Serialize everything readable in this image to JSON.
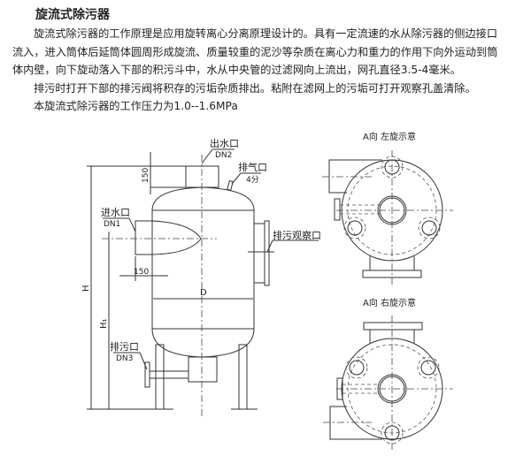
{
  "title": "旋流式除污器",
  "paragraphs": [
    "旋流式除污器的工作原理是应用旋转离心分离原理设计的。具有一定流速的水从除污器的侧边接口",
    "流入，进入筒体后延筒体圆周形成旋流、质量较重的泥沙等杂质在离心力和重力的作用下向外运动到筒",
    "体内壁，向下旋动落入下部的积污斗中，水从中央管的过滤网向上流出，网孔直径3.5-4毫米。",
    "排污时打开下部的排污阀将积存的污垢杂质排出。粘附在滤网上的污垢可打开观察孔盖清除。",
    "本旋流式除污器的工作压力为1.0--1.6MPa"
  ],
  "diagram": {
    "outlet": "出水口",
    "outlet_dn": "DN2",
    "vent": "排气口",
    "vent_size": "4分",
    "inlet": "进水口",
    "inlet_dn": "DN1",
    "inspection": "排污观察口",
    "drain": "排污口",
    "drain_dn": "DN3",
    "dim_top": "150",
    "dim_inlet": "150",
    "dim_d": "D",
    "dim_h": "H",
    "dim_h1": "H₁",
    "view_left": "A向  左旋示意",
    "view_right": "A向  右旋示意"
  }
}
